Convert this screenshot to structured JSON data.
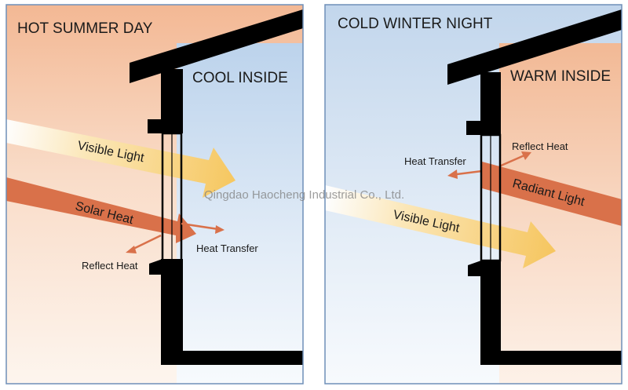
{
  "summer": {
    "title": "HOT SUMMER DAY",
    "inside": "COOL INSIDE",
    "visible_light": "Visible Light",
    "solar_heat": "Solar Heat",
    "heat_transfer": "Heat Transfer",
    "reflect_heat": "Reflect Heat"
  },
  "winter": {
    "title": "COLD WINTER NIGHT",
    "inside": "WARM INSIDE",
    "visible_light": "Visible Light",
    "radiant_light": "Radiant Light",
    "heat_transfer": "Heat Transfer",
    "reflect_heat": "Reflect Heat"
  },
  "watermark": "Qingdao Haocheng Industrial Co., Ltd.",
  "colors": {
    "panel_border": "#6f8fb8",
    "structure": "#000000",
    "heat_band": "#d9714a",
    "light_band": "#f4c96a",
    "sky_warm": "#f3c19c",
    "sky_cool": "#c5d9ee"
  }
}
